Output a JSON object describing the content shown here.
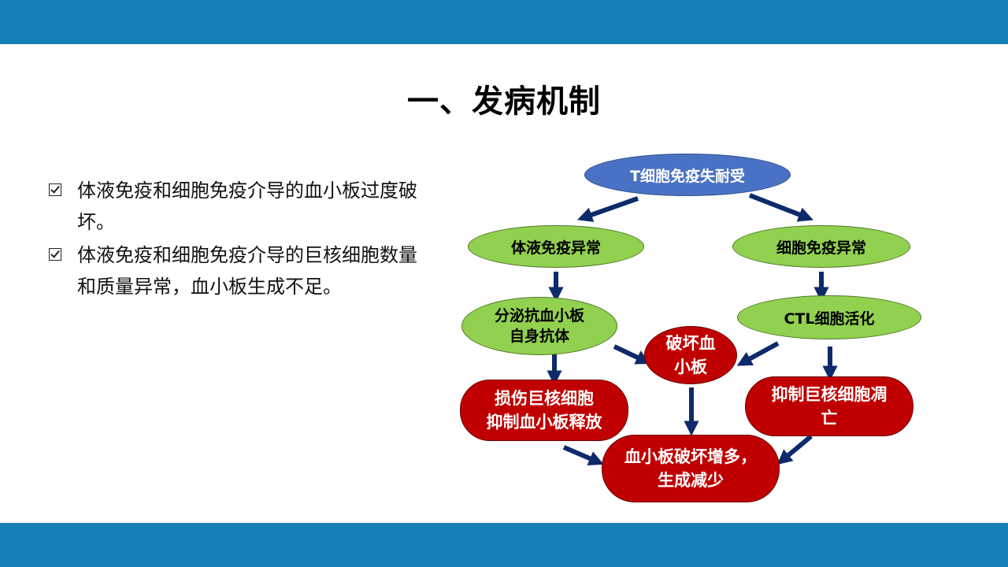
{
  "header": {
    "color": "#1580b8"
  },
  "title": "一、发病机制",
  "bullets": [
    {
      "text": "体液免疫和细胞免疫介导的血小板过度破坏。"
    },
    {
      "text": "体液免疫和细胞免疫介导的巨核细胞数量和质量异常，血小板生成不足。"
    }
  ],
  "diagram": {
    "root": "T细胞免疫失耐受",
    "humoral": "体液免疫异常",
    "cellular": "细胞免疫异常",
    "antibody_line1": "分泌抗血小板",
    "antibody_line2": "自身抗体",
    "ctl": "CTL细胞活化",
    "destroy_line1": "破坏血",
    "destroy_line2": "小板",
    "damage_line1": "损伤巨核细胞",
    "damage_line2": "抑制血小板释放",
    "apoptosis_line1": "抑制巨核细胞凋",
    "apoptosis_line2": "亡",
    "result_line1": "血小板破坏增多，",
    "result_line2": "生成减少",
    "colors": {
      "blue": "#4a72c4",
      "green": "#92d050",
      "red": "#c00000",
      "arrow": "#0d2a6b"
    }
  }
}
